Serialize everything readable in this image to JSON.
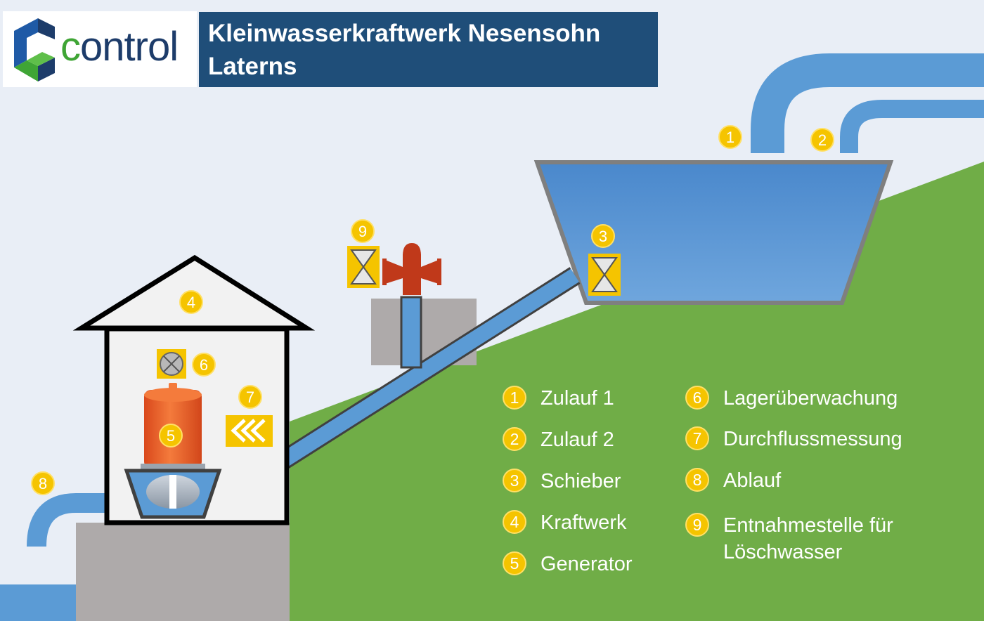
{
  "logo": {
    "text_c": "c",
    "text_rest": "ontrol"
  },
  "title": {
    "line1": "Kleinwasserkraftwerk Nesensohn",
    "line2": "Laterns"
  },
  "markers": [
    "1",
    "2",
    "3",
    "4",
    "5",
    "6",
    "7",
    "8",
    "9"
  ],
  "legend": [
    {
      "num": "1",
      "label": "Zulauf 1"
    },
    {
      "num": "2",
      "label": "Zulauf 2"
    },
    {
      "num": "3",
      "label": "Schieber"
    },
    {
      "num": "4",
      "label": "Kraftwerk"
    },
    {
      "num": "5",
      "label": "Generator"
    },
    {
      "num": "6",
      "label": "Lagerüberwachung"
    },
    {
      "num": "7",
      "label": "Durchflussmessung"
    },
    {
      "num": "8",
      "label": "Ablauf"
    },
    {
      "num": "9",
      "label": "Entnahmestelle für",
      "label2": "Löschwasser"
    }
  ],
  "colors": {
    "background": "#e9eef6",
    "grass": "#70ad47",
    "water": "#5b9bd5",
    "concrete": "#aeaaaa",
    "badge": "#f5c400",
    "title_bg": "#1f4e79",
    "generator": "#e8612c",
    "hydrant": "#c0391a"
  }
}
